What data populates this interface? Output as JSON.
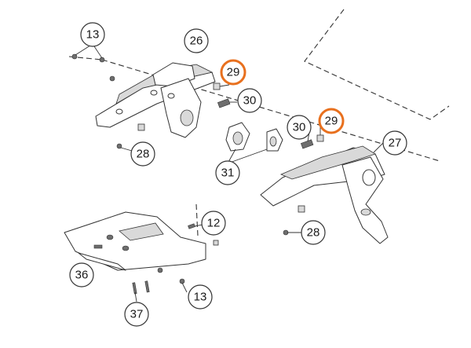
{
  "callouts": [
    {
      "id": "c13a",
      "label": "13",
      "highlighted": false
    },
    {
      "id": "c26",
      "label": "26",
      "highlighted": false
    },
    {
      "id": "c29a",
      "label": "29",
      "highlighted": true
    },
    {
      "id": "c30a",
      "label": "30",
      "highlighted": false
    },
    {
      "id": "c28a",
      "label": "28",
      "highlighted": false
    },
    {
      "id": "c31",
      "label": "31",
      "highlighted": false
    },
    {
      "id": "c30b",
      "label": "30",
      "highlighted": false
    },
    {
      "id": "c29b",
      "label": "29",
      "highlighted": true
    },
    {
      "id": "c27",
      "label": "27",
      "highlighted": false
    },
    {
      "id": "c12",
      "label": "12",
      "highlighted": false
    },
    {
      "id": "c28b",
      "label": "28",
      "highlighted": false
    },
    {
      "id": "c36",
      "label": "36",
      "highlighted": false
    },
    {
      "id": "c13b",
      "label": "13",
      "highlighted": false
    },
    {
      "id": "c37",
      "label": "37",
      "highlighted": false
    }
  ],
  "colors": {
    "highlight": "#e8701e",
    "normal": "#333333"
  }
}
